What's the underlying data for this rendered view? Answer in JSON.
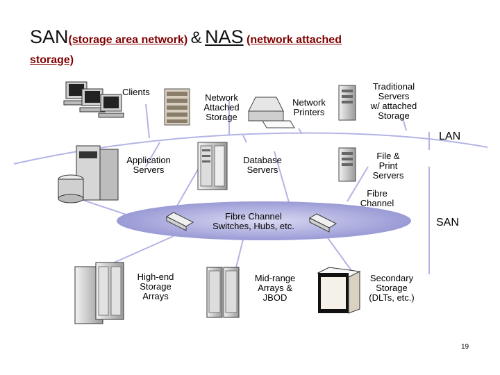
{
  "title": {
    "san": "SAN",
    "san_expansion": "(storage area network)",
    "amp": "&",
    "nas": "NAS",
    "nas_expansion": "(network attached",
    "nas_expansion_2": "storage)"
  },
  "labels": {
    "clients": "Clients",
    "nas_1": "Network",
    "nas_2": "Attached",
    "nas_3": "Storage",
    "printers_1": "Network",
    "printers_2": "Printers",
    "trad_1": "Traditional",
    "trad_2": "Servers",
    "trad_3": "w/ attached",
    "trad_4": "Storage",
    "lan": "LAN",
    "app_1": "Application",
    "app_2": "Servers",
    "db_1": "Database",
    "db_2": "Servers",
    "file_1": "File &",
    "file_2": "Print",
    "file_3": "Servers",
    "fibre_1": "Fibre",
    "fibre_2": "Channel",
    "switch_1": "Fibre Channel",
    "switch_2": "Switches, Hubs, etc.",
    "san": "SAN",
    "highend_1": "High-end",
    "highend_2": "Storage",
    "highend_3": "Arrays",
    "mid_1": "Mid-range",
    "mid_2": "Arrays &",
    "mid_3": "JBOD",
    "sec_1": "Secondary",
    "sec_2": "Storage",
    "sec_3": "(DLTs, etc.)"
  },
  "page_number": "19",
  "colors": {
    "title_sub": "#800000",
    "line": "#b3b3e6",
    "ellipse": "#9999d6"
  },
  "icons": [
    "computer-terminal-icon",
    "storage-server-icon",
    "printer-icon",
    "server-tower-icon",
    "mainframe-icon",
    "switch-icon",
    "tape-library-icon"
  ]
}
